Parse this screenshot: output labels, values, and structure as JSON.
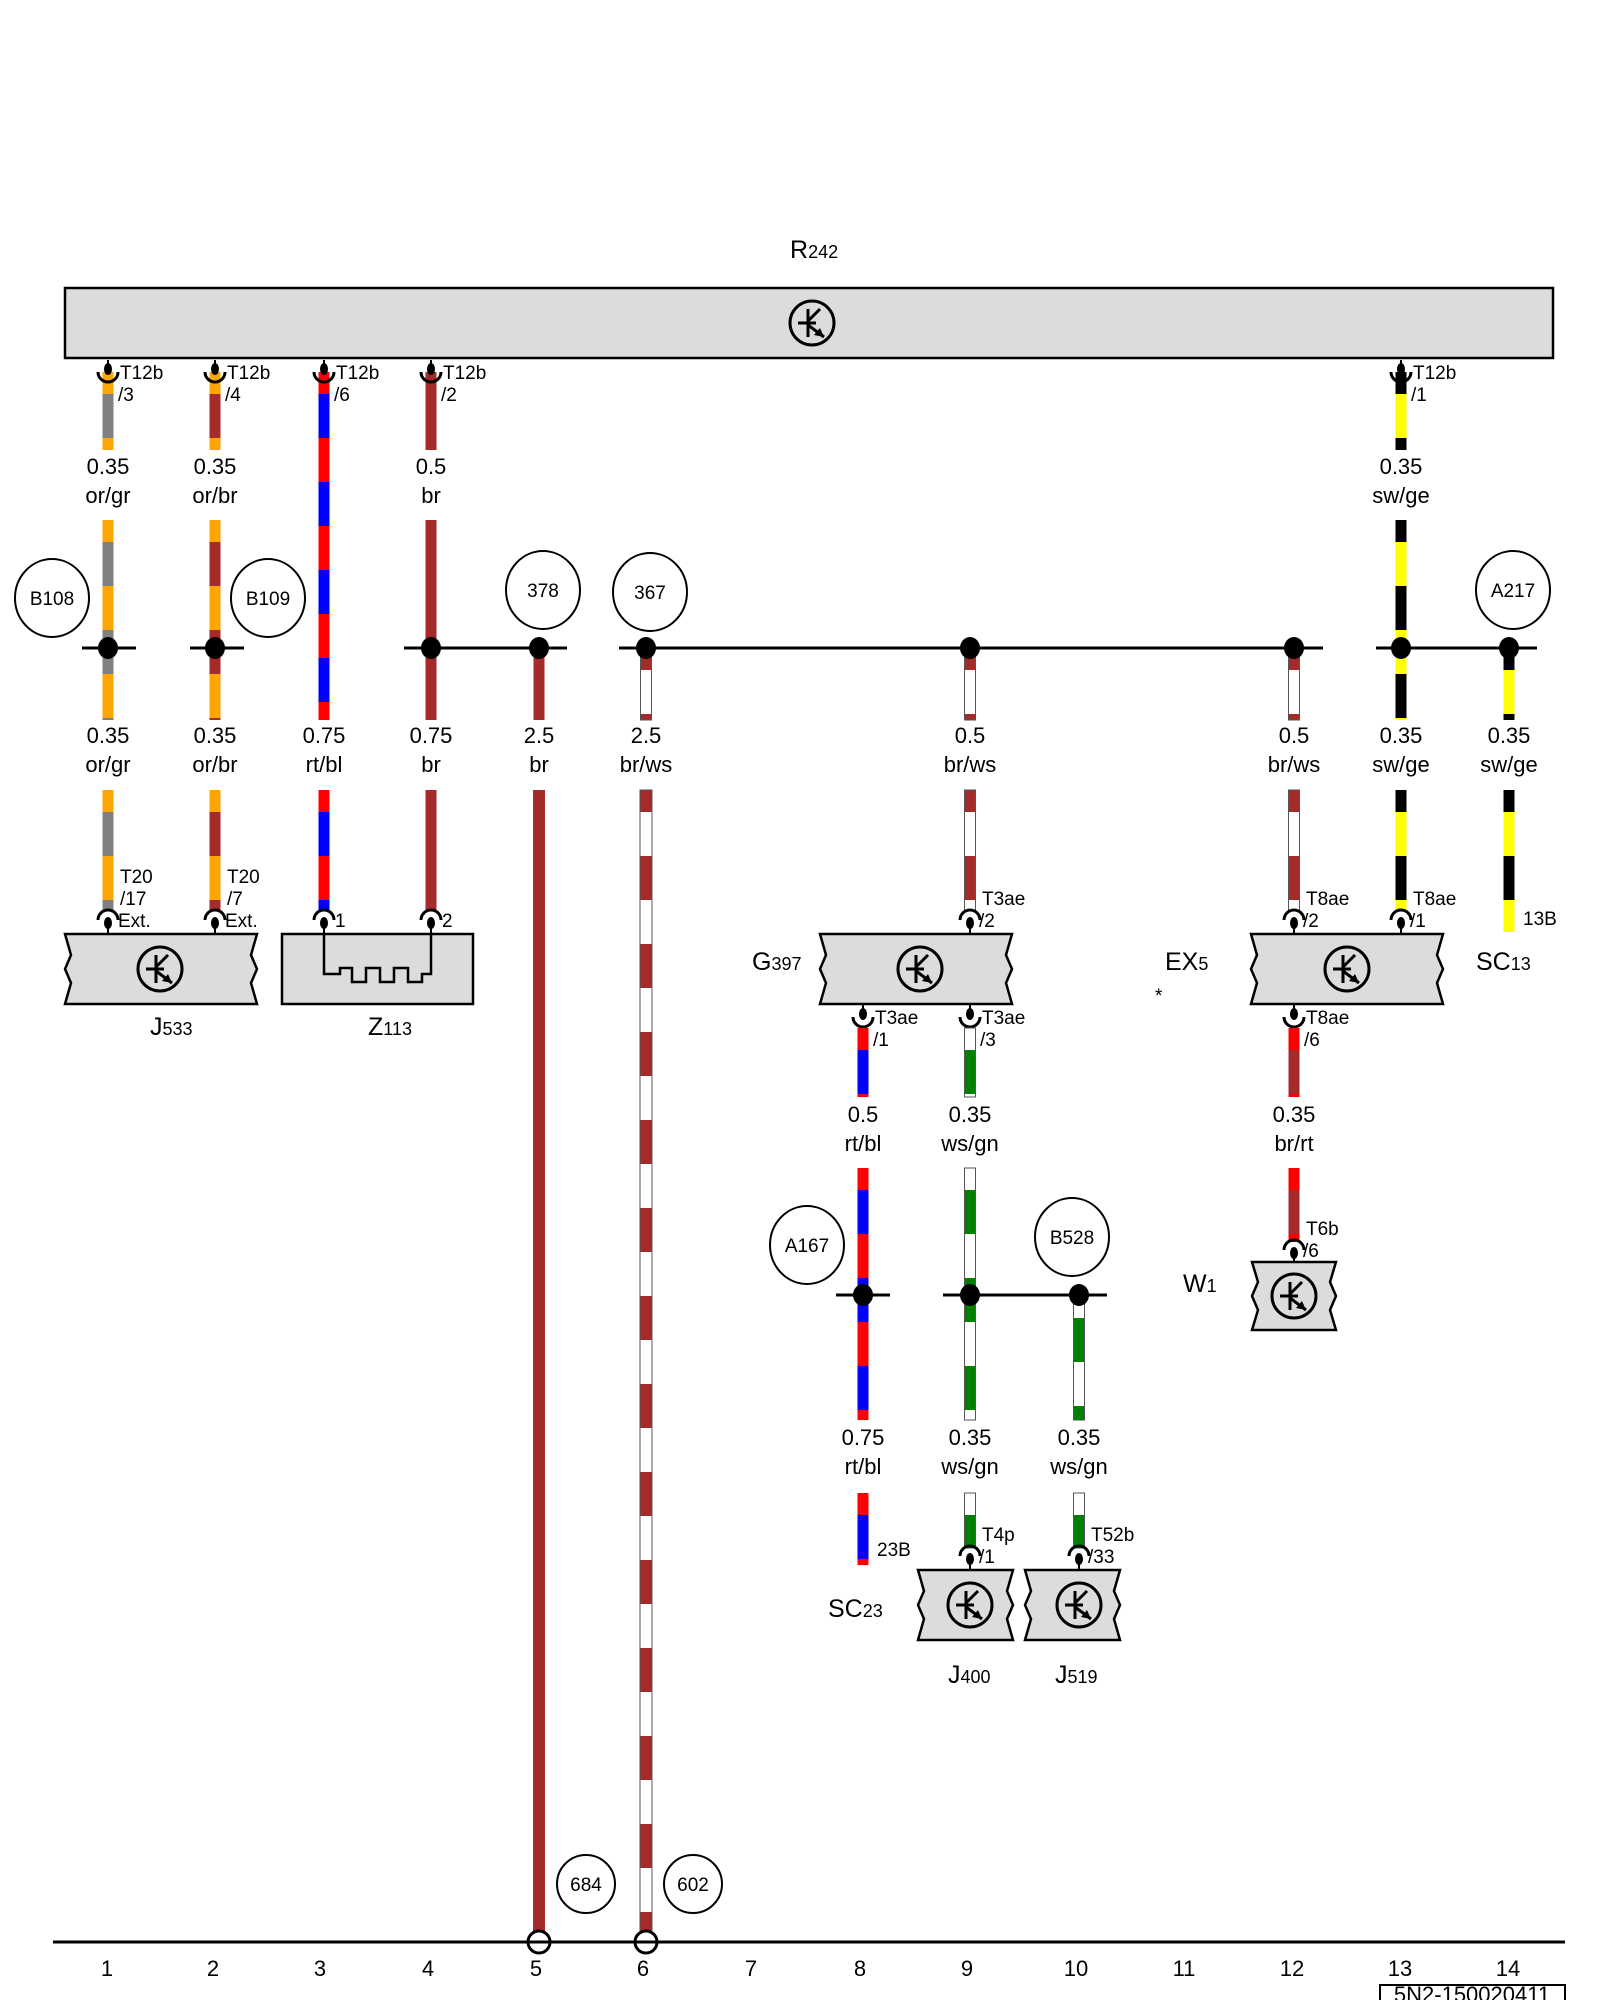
{
  "diagram": {
    "id_code": "5N2-150020411",
    "colors": {
      "or": "#FFA500",
      "gr": "#808080",
      "br": "#A52A2A",
      "rt": "#FF0000",
      "bl": "#0000FF",
      "ws": "#FFFFFF",
      "sw": "#000000",
      "ge": "#FFFF00",
      "gn": "#008000",
      "box_fill": "#DCDCDC"
    },
    "top_component": {
      "letter": "R",
      "sub": "242"
    },
    "components": [
      {
        "id": "J533",
        "letter": "J",
        "sub": "533"
      },
      {
        "id": "Z113",
        "letter": "Z",
        "sub": "113"
      },
      {
        "id": "G397",
        "letter": "G",
        "sub": "397"
      },
      {
        "id": "EX5",
        "letter": "EX",
        "sub": "5",
        "note": "*"
      },
      {
        "id": "W1",
        "letter": "W",
        "sub": "1"
      },
      {
        "id": "J400",
        "letter": "J",
        "sub": "400"
      },
      {
        "id": "J519",
        "letter": "J",
        "sub": "519"
      },
      {
        "id": "SC13",
        "letter": "SC",
        "sub": "13"
      },
      {
        "id": "SC23",
        "letter": "SC",
        "sub": "23"
      }
    ],
    "connectors": [
      {
        "name": "T12b",
        "pin": "/3"
      },
      {
        "name": "T12b",
        "pin": "/4"
      },
      {
        "name": "T12b",
        "pin": "/6"
      },
      {
        "name": "T12b",
        "pin": "/2"
      },
      {
        "name": "T12b",
        "pin": "/1"
      },
      {
        "name": "T20",
        "pin": "/17",
        "extra": "Ext."
      },
      {
        "name": "T20",
        "pin": "/7",
        "extra": "Ext."
      },
      {
        "name": "",
        "pin": "1"
      },
      {
        "name": "",
        "pin": "2"
      },
      {
        "name": "T3ae",
        "pin": "/2"
      },
      {
        "name": "T3ae",
        "pin": "/1"
      },
      {
        "name": "T3ae",
        "pin": "/3"
      },
      {
        "name": "T8ae",
        "pin": "/2"
      },
      {
        "name": "T8ae",
        "pin": "/1"
      },
      {
        "name": "T8ae",
        "pin": "/6"
      },
      {
        "name": "T6b",
        "pin": "/6"
      },
      {
        "name": "T4p",
        "pin": "/1"
      },
      {
        "name": "T52b",
        "pin": "/33"
      },
      {
        "name": "",
        "pin": "13B"
      },
      {
        "name": "",
        "pin": "23B"
      }
    ],
    "splices": [
      "B108",
      "B109",
      "378",
      "367",
      "A217",
      "A167",
      "B528"
    ],
    "ground_points": [
      "684",
      "602"
    ],
    "wires": [
      {
        "size": "0.35",
        "color": "or/gr"
      },
      {
        "size": "0.35",
        "color": "or/br"
      },
      {
        "size": "0.5",
        "color": "br"
      },
      {
        "size": "0.35",
        "color": "sw/ge"
      },
      {
        "size": "0.35",
        "color": "or/gr"
      },
      {
        "size": "0.35",
        "color": "or/br"
      },
      {
        "size": "0.75",
        "color": "rt/bl"
      },
      {
        "size": "0.75",
        "color": "br"
      },
      {
        "size": "2.5",
        "color": "br"
      },
      {
        "size": "2.5",
        "color": "br/ws"
      },
      {
        "size": "0.5",
        "color": "br/ws"
      },
      {
        "size": "0.5",
        "color": "br/ws"
      },
      {
        "size": "0.35",
        "color": "sw/ge"
      },
      {
        "size": "0.35",
        "color": "sw/ge"
      },
      {
        "size": "0.5",
        "color": "rt/bl"
      },
      {
        "size": "0.35",
        "color": "ws/gn"
      },
      {
        "size": "0.35",
        "color": "br/rt"
      },
      {
        "size": "0.75",
        "color": "rt/bl"
      },
      {
        "size": "0.35",
        "color": "ws/gn"
      },
      {
        "size": "0.35",
        "color": "ws/gn"
      }
    ],
    "columns": [
      "1",
      "2",
      "3",
      "4",
      "5",
      "6",
      "7",
      "8",
      "9",
      "10",
      "11",
      "12",
      "13",
      "14"
    ]
  }
}
